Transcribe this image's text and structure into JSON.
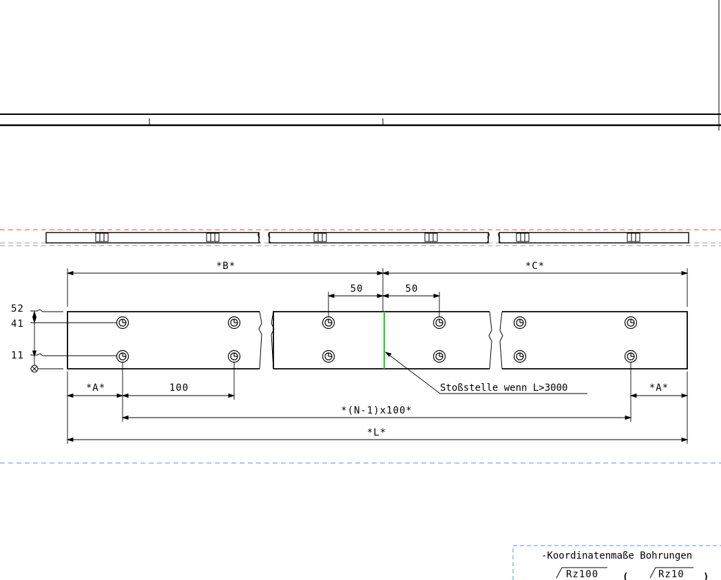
{
  "drawing": {
    "dimensions": {
      "B": "*B*",
      "C": "*C*",
      "A_left": "*A*",
      "A_right": "*A*",
      "L": "*L*",
      "pitch_count": "*(N-1)x100*",
      "pitch": "100",
      "joint_left": "50",
      "joint_right": "50"
    },
    "height_marks": {
      "h52": "52",
      "h41": "41",
      "h11": "11"
    },
    "callout": "Stoßstelle wenn L>3000",
    "notes": {
      "coordinate_note": "-Koordinatenmaße Bohrungen",
      "roughness_1": "Rz100",
      "roughness_2": "Rz10"
    },
    "colors": {
      "joint_line": "#1fd31f",
      "red_dash": "#e8413c",
      "blue_dash": "#4d94e6",
      "gray_dash": "#9a9a9a"
    }
  }
}
